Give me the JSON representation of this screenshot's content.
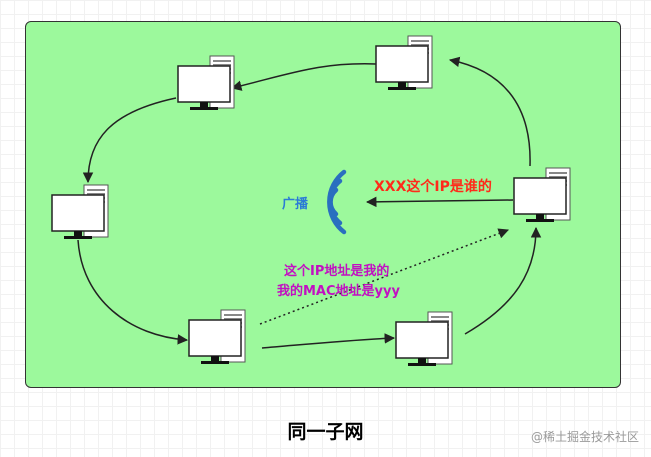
{
  "labels": {
    "broadcast": "广播",
    "query": "XXX这个IP是谁的",
    "reply_line1": "这个IP地址是我的",
    "reply_line2": "我的MAC地址是yyy"
  },
  "caption": "同一子网",
  "watermark": "@稀土掘金技术社区",
  "computers": [
    "top-left",
    "top-right",
    "left",
    "right",
    "bottom-left",
    "bottom-right"
  ],
  "colors": {
    "panel": "#9cf99c",
    "broadcast_text": "#2b7bd6",
    "query_text": "#ff2a1a",
    "reply_text": "#c210c2",
    "signal_waves": "#2a6fbf",
    "arrows": "#222222"
  },
  "icons": {
    "computer": "desktop-computer-icon",
    "signal": "broadcast-signal-icon"
  }
}
